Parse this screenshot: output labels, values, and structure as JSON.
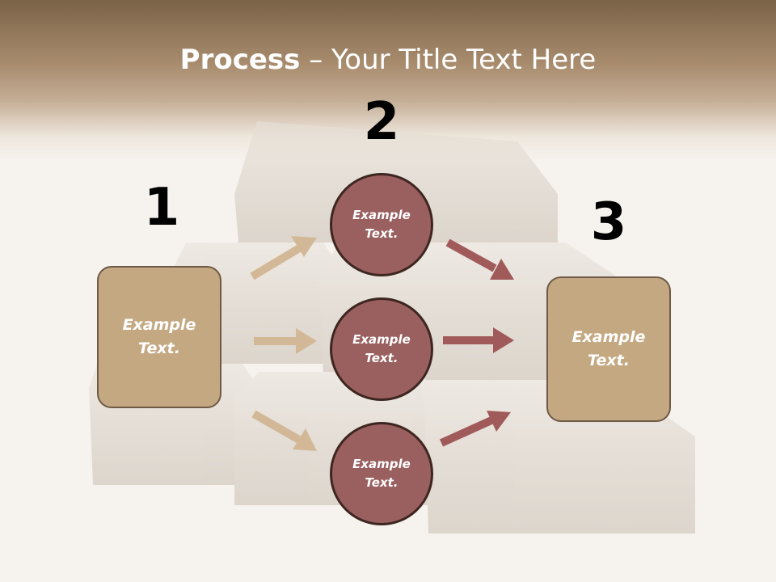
{
  "slide": {
    "title_bold": "Process",
    "title_separator": " – ",
    "title_rest": "Your Title Text Here"
  },
  "steps": {
    "one": "1",
    "two": "2",
    "three": "3"
  },
  "left_box": {
    "text": "Example Text."
  },
  "right_box": {
    "text": "Example Text."
  },
  "circles": [
    {
      "text": "Example Text."
    },
    {
      "text": "Example Text."
    },
    {
      "text": "Example Text."
    }
  ],
  "colors": {
    "box_fill": "#c4a882",
    "circle_fill": "#9a5f5f",
    "arrow_tan": "#d2b896",
    "arrow_red": "#a05a5a",
    "header": "#a98c6e"
  }
}
